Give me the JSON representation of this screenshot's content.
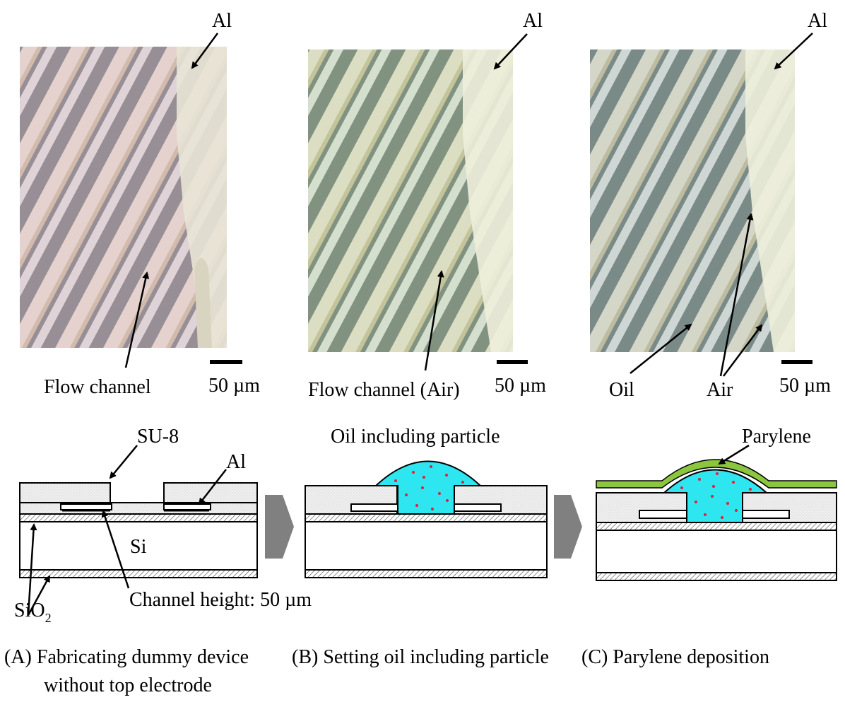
{
  "photos": {
    "a": {
      "al": "Al",
      "channel": "Flow channel",
      "scale": "50 µm"
    },
    "b": {
      "al": "Al",
      "channel": "Flow channel (Air)",
      "scale": "50 µm"
    },
    "c": {
      "al": "Al",
      "oil": "Oil",
      "air": "Air",
      "scale": "50 µm"
    }
  },
  "diagrams": {
    "a": {
      "su8": "SU-8",
      "al": "Al",
      "si": "Si",
      "sio2_base": "SiO",
      "sio2_sub": "2",
      "height": "Channel height: 50 µm"
    },
    "b": {
      "oil": "Oil including particle"
    },
    "c": {
      "parylene": "Parylene"
    }
  },
  "captions": {
    "a_line1": "(A) Fabricating dummy device",
    "a_line2": "without top electrode",
    "b": "(B) Setting oil including particle",
    "c": "(C) Parylene deposition"
  },
  "colors": {
    "oil": "#2ee6f0",
    "particle": "#e0203a",
    "parylene": "#8cc63f",
    "electrode_line": "#000000",
    "process_arrow": "#808080"
  }
}
